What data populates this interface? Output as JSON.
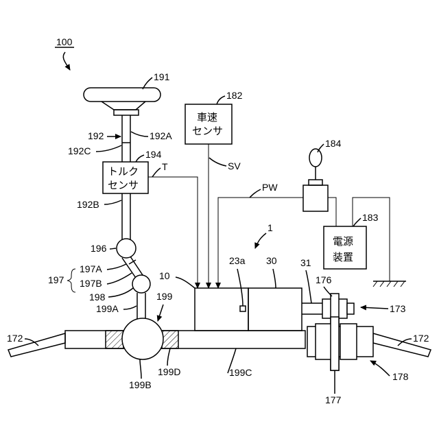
{
  "labels": {
    "system": "100",
    "steering_wheel": "191",
    "vehicle_speed_sensor": "182",
    "vehicle_speed_sensor_text_1": "車速",
    "vehicle_speed_sensor_text_2": "センサ",
    "shaft": "192",
    "shaft_a": "192A",
    "shaft_c": "192C",
    "torque_sensor": "194",
    "torque_sensor_text_1": "トルク",
    "torque_sensor_text_2": "センサ",
    "torque_signal": "T",
    "speed_signal": "SV",
    "ignition_switch": "184",
    "power_signal": "PW",
    "power_supply": "183",
    "power_supply_text_1": "電源",
    "power_supply_text_2": "装置",
    "shaft_b": "192B",
    "device": "1",
    "joint_196": "196",
    "link": "197",
    "link_a": "197A",
    "link_b": "197B",
    "joint_198": "198",
    "pinion_shaft": "199A",
    "controller": "10",
    "sensor_23a": "23a",
    "motor": "30",
    "output_shaft": "31",
    "pulley_176": "176",
    "gear_173": "173",
    "rack_pinion": "199",
    "tie_rod_left": "172",
    "tie_rod_right": "172",
    "pinion": "199B",
    "rack_d": "199D",
    "rack_c": "199C",
    "ball_screw": "178",
    "belt_177": "177"
  }
}
